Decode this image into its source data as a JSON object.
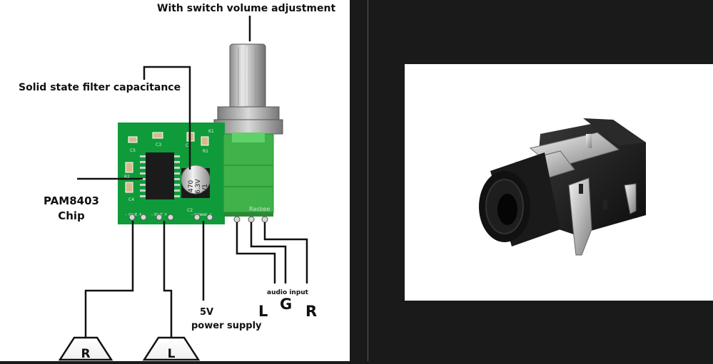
{
  "labels": {
    "volume_switch": "With switch volume adjustment",
    "filter_capacitance": "Solid state filter capacitance",
    "chip_name": "PAM8403",
    "chip_word": "Chip",
    "power_voltage": "5V",
    "power_text": "power supply",
    "audio_input": "audio input",
    "pin_left": "L",
    "pin_ground": "G",
    "pin_right": "R",
    "speaker_right": "R",
    "speaker_left": "L"
  },
  "board_print": {
    "cap_value": "470",
    "cap_voltage": "6.3V",
    "cap_code": "V1",
    "c1": "C1",
    "c2": "C2",
    "c3": "C3",
    "c4": "C4",
    "c5": "C5",
    "r1": "R1",
    "r2": "R2",
    "k1": "K1",
    "rout": "- rout +",
    "lout": "- lout +",
    "power": "- power +",
    "watermark": "Rasbee"
  },
  "colors": {
    "pcb": "#0f9b3a",
    "pcb_dark": "#0a7a2c",
    "switch_green": "#3fb24a",
    "wire": "#111111",
    "background": "#1a1a1a",
    "panel": "#ffffff"
  }
}
